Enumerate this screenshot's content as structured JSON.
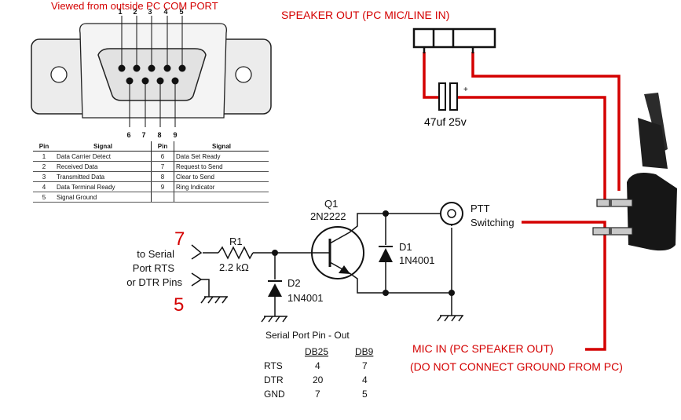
{
  "header": {
    "com_port_caption": "Viewed from outside PC COM PORT",
    "speaker_out": "SPEAKER OUT (PC MIC/LINE IN)",
    "mic_in": "MIC IN (PC SPEAKER OUT)",
    "no_ground": "(DO NOT CONNECT GROUND FROM PC)"
  },
  "db9": {
    "top_pins": [
      "1",
      "2",
      "3",
      "4",
      "5"
    ],
    "bottom_pins": [
      "6",
      "7",
      "8",
      "9"
    ]
  },
  "pin_table": {
    "headers": [
      "Pin",
      "Signal",
      "Pin",
      "Signal"
    ],
    "rows": [
      [
        "1",
        "Data Carrier Detect",
        "6",
        "Data Set Ready"
      ],
      [
        "2",
        "Received Data",
        "7",
        "Request to Send"
      ],
      [
        "3",
        "Transmitted Data",
        "8",
        "Clear to Send"
      ],
      [
        "4",
        "Data Terminal Ready",
        "9",
        "Ring Indicator"
      ],
      [
        "5",
        "Signal Ground",
        "",
        ""
      ]
    ]
  },
  "components": {
    "capacitor": "47uf 25v",
    "capacitor_polarity": "+",
    "q1_name": "Q1",
    "q1_part": "2N2222",
    "r1_name": "R1",
    "r1_value": "2.2 kΩ",
    "d1_name": "D1",
    "d1_part": "1N4001",
    "d2_name": "D2",
    "d2_part": "1N4001",
    "ptt_line1": "PTT",
    "ptt_line2": "Switching"
  },
  "inputs": {
    "pin_top": "7",
    "pin_bottom": "5",
    "label_line1": "to Serial",
    "label_line2": "Port RTS",
    "label_line3": "or DTR Pins"
  },
  "pinout": {
    "title": "Serial Port Pin - Out",
    "col1": "DB25",
    "col2": "DB9",
    "rows": [
      {
        "sig": "RTS",
        "db25": "4",
        "db9": "7"
      },
      {
        "sig": "DTR",
        "db25": "20",
        "db9": "4"
      },
      {
        "sig": "GND",
        "db25": "7",
        "db9": "5"
      }
    ]
  },
  "colors": {
    "wire": "#d40000",
    "ink": "#111111"
  }
}
